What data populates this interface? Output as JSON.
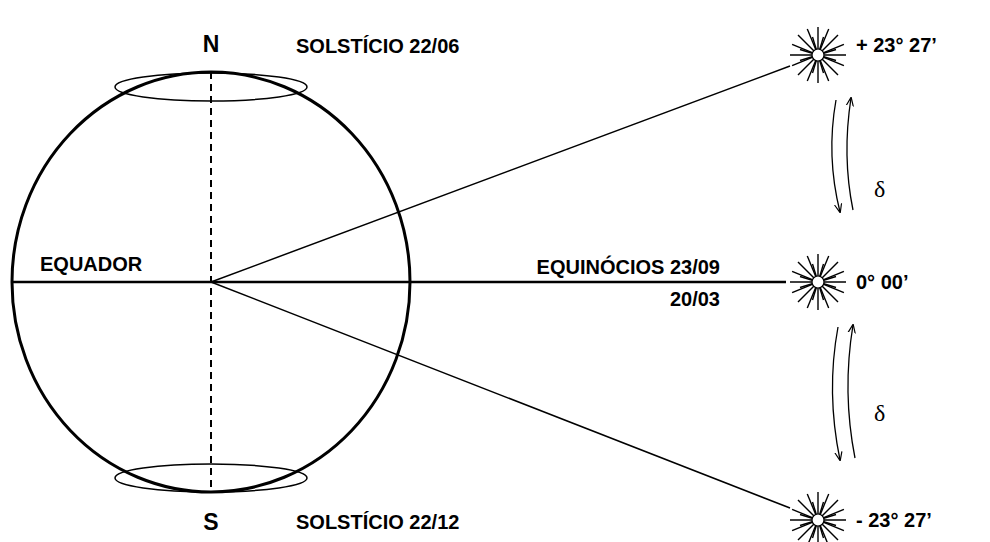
{
  "diagram": {
    "labels": [
      "N",
      "S",
      "EQUADOR",
      "SOLSTÍCIO 22/06",
      "+ 23° 27’",
      "EQUINÓCIOS 23/09",
      "20/03",
      "0° 00’",
      "δ",
      "δ",
      "SOLSTÍCIO 22/12",
      "- 23° 27’"
    ]
  }
}
